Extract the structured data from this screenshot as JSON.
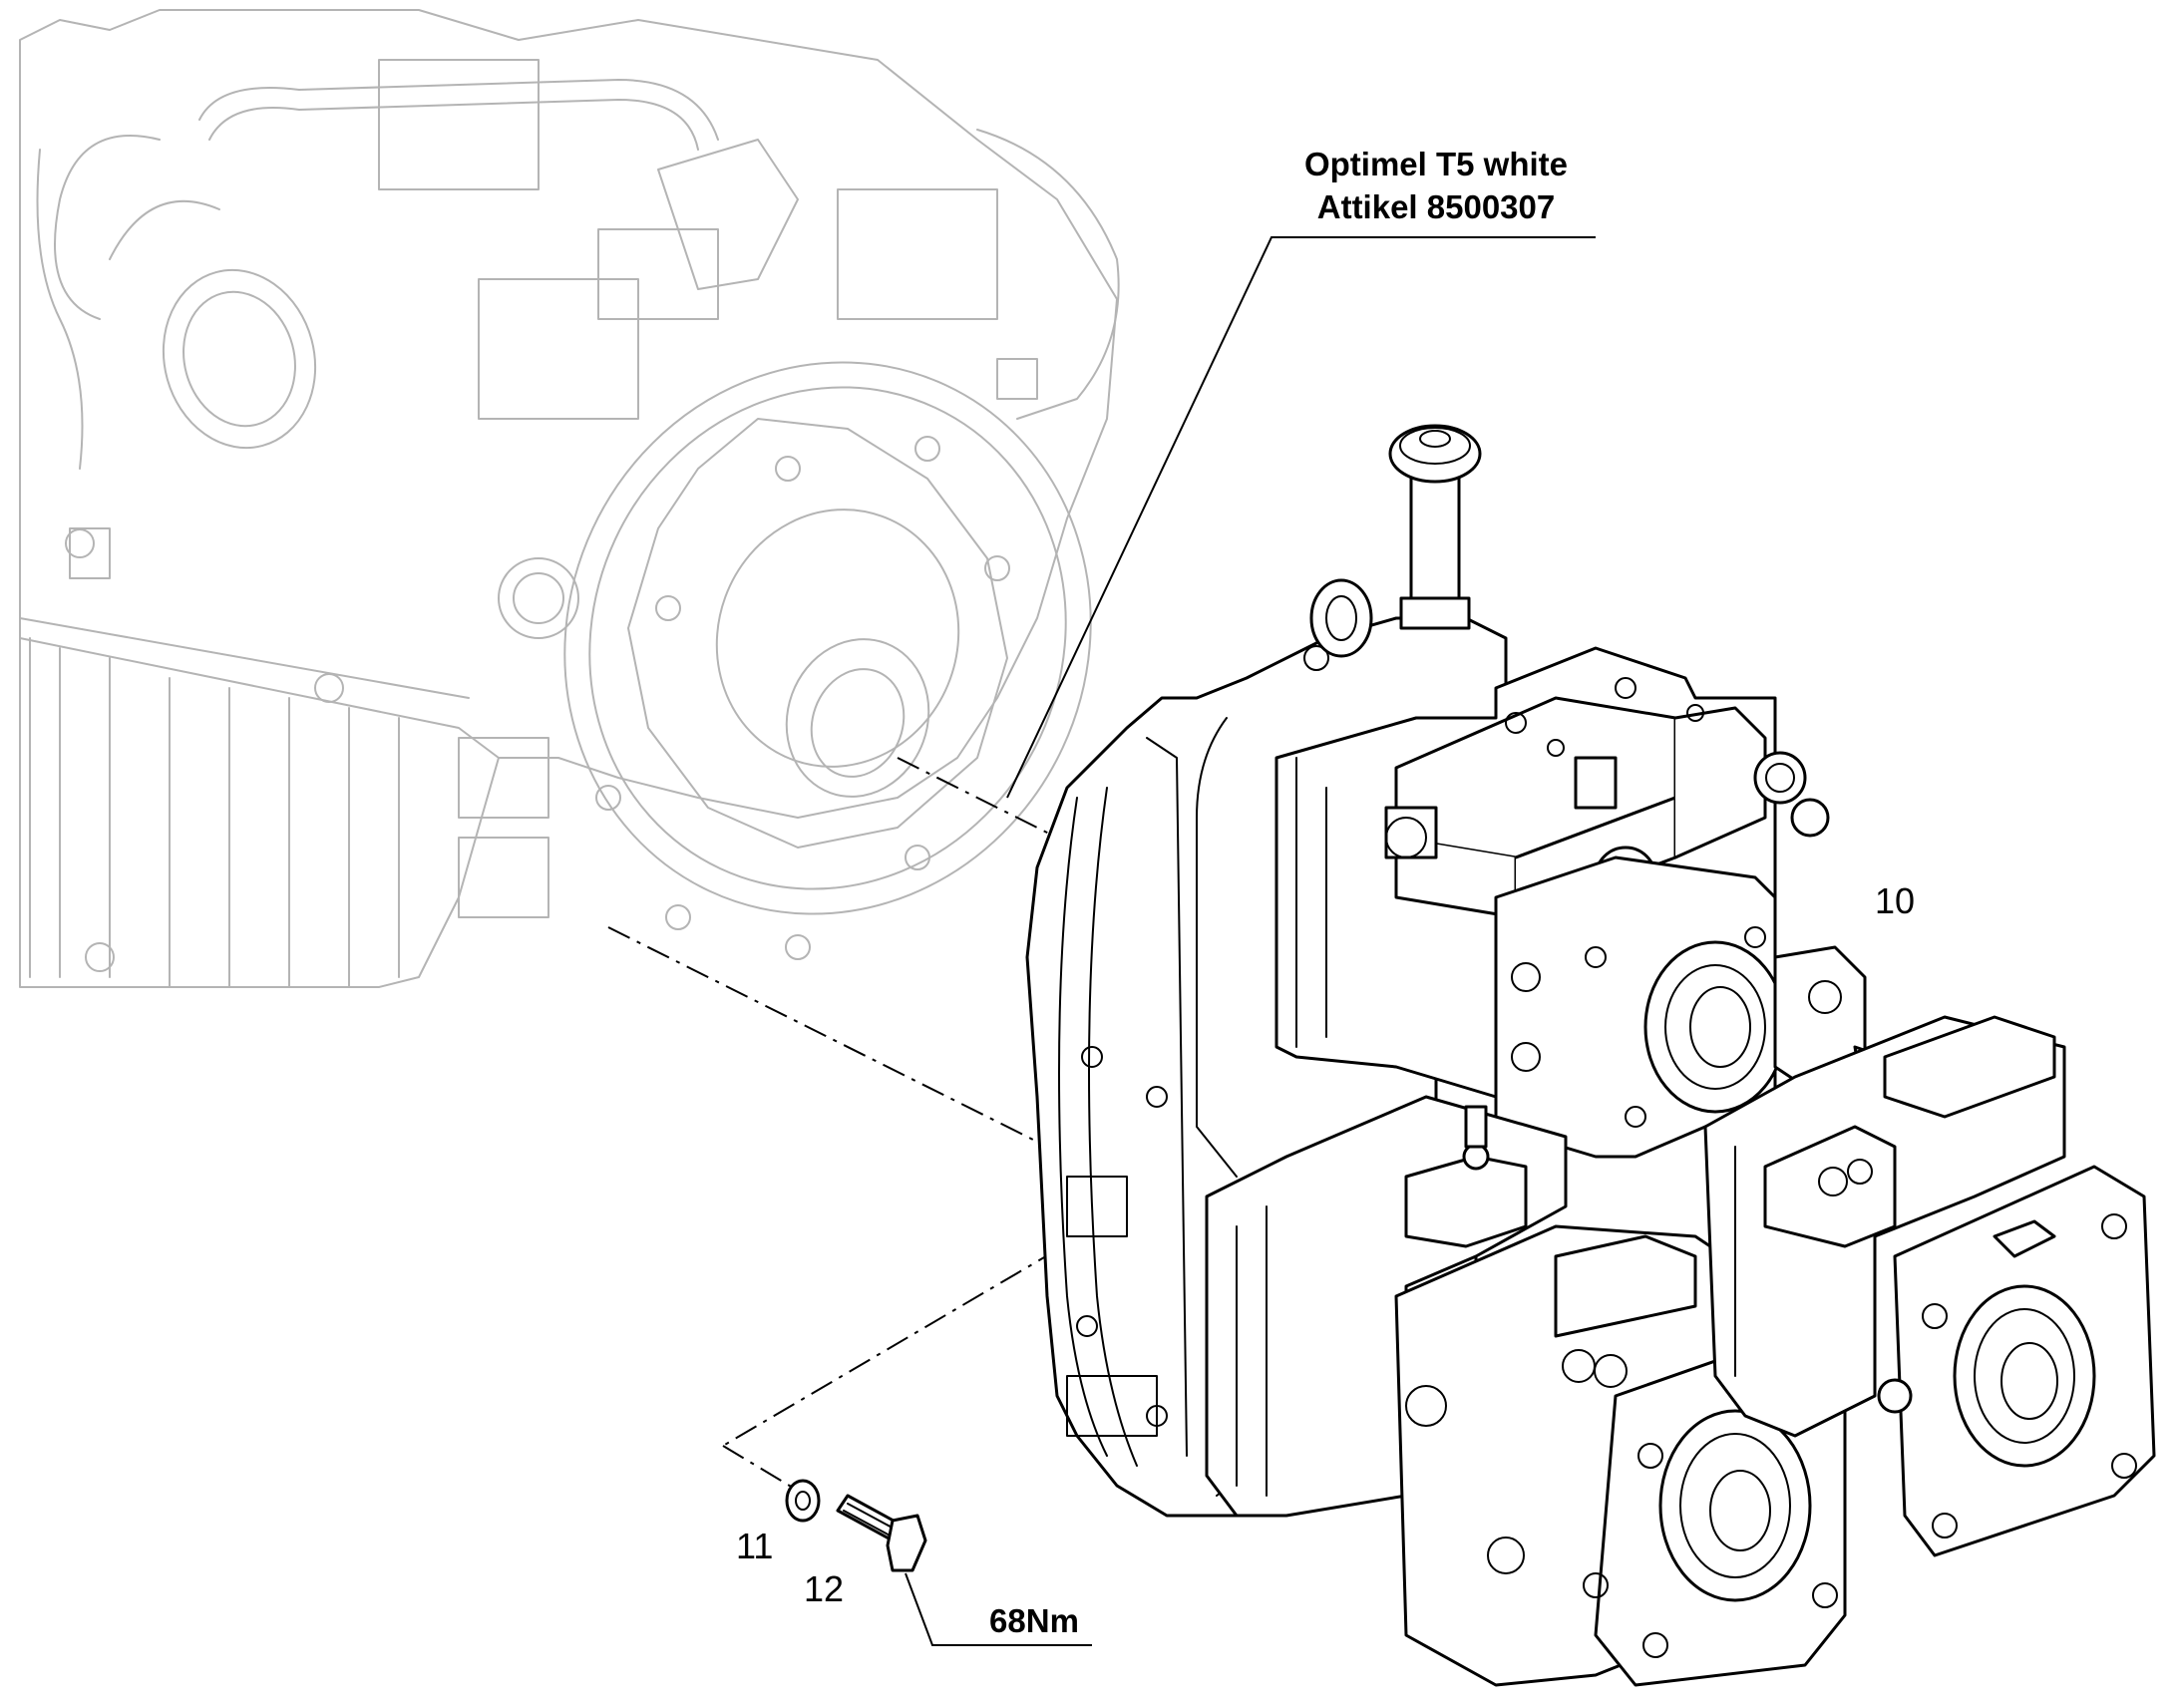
{
  "notes": {
    "lubricant_line1": "Optimel T5 white",
    "lubricant_line2": "Attikel 8500307",
    "torque": "68Nm"
  },
  "callouts": {
    "pump": "10",
    "washer": "11",
    "bolt": "12"
  }
}
